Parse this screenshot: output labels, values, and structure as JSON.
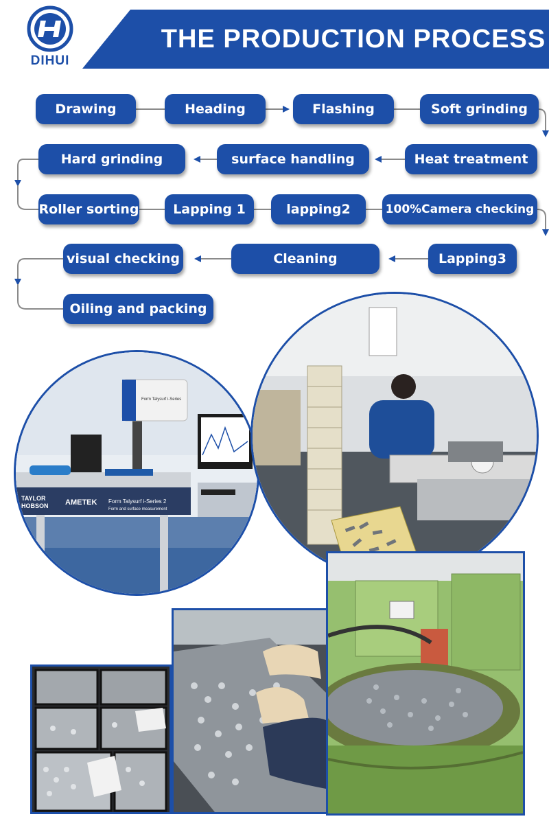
{
  "brand": {
    "name": "DIHUI",
    "color": "#1d4fa8"
  },
  "header": {
    "title": "THE  PRODUCTION PROCESS"
  },
  "steps": [
    "Drawing",
    "Heading",
    "Flashing",
    "Soft grinding",
    "Heat treatment",
    "surface handling",
    "Hard  grinding",
    "Roller sorting",
    "Lapping 1",
    "lapping2",
    "100%Camera checking",
    "Lapping3",
    "Cleaning",
    "visual checking",
    "Oiling and packing"
  ],
  "photos": [
    {
      "name": "measurement-lab-photo",
      "lettering": [
        "TAYLOR HOBSON",
        "AMETEK",
        "Form Talysurf i-Series 2",
        "Form and surface measurement",
        "Form Talysurf i-Series"
      ]
    },
    {
      "name": "camera-inspection-photo"
    },
    {
      "name": "steel-balls-bins-photo"
    },
    {
      "name": "gloved-hands-tray-photo"
    },
    {
      "name": "green-machine-hopper-photo"
    }
  ]
}
